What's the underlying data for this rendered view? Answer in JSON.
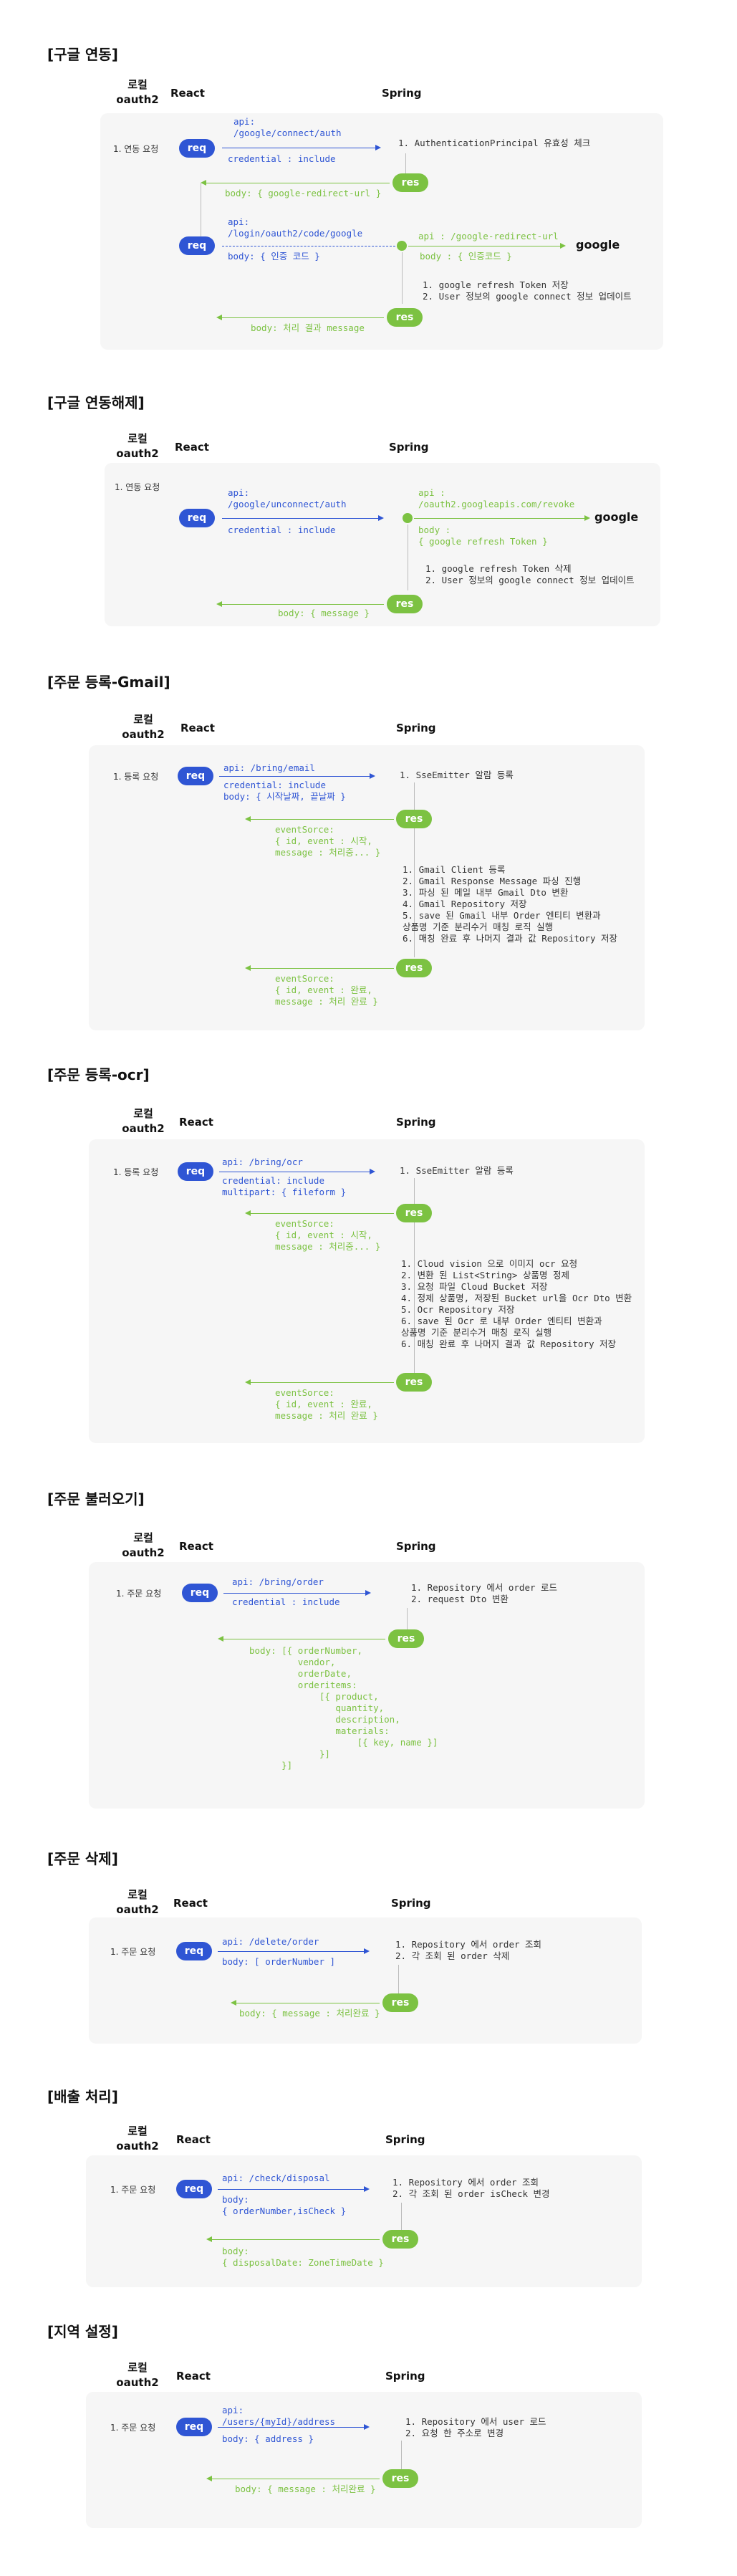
{
  "headers": {
    "local": "로컬\noauth2",
    "react": "React",
    "spring": "Spring"
  },
  "colors": {
    "req": "#2f55d4",
    "res": "#7cc242",
    "panel": "#f6f6f6"
  },
  "badges": {
    "req": "req",
    "res": "res"
  },
  "s1": {
    "title": "[구글 연동]",
    "step": "1. 연동 요청",
    "api1": "api:\n/google/connect/auth",
    "cred": "credential : include",
    "spring1": "1. AuthenticationPrincipal 유효성 체크",
    "body1": "body: { google-redirect-url }",
    "api2": "api:\n/login/oauth2/code/google",
    "body2": "body: { 인증 코드 }",
    "api3": "api : /google-redirect-url",
    "body3": "body : { 인증코드 }",
    "google": "google",
    "spring2": "1. google refresh Token 저장\n2. User 정보의 google connect 정보 업데이트",
    "body4": "body: 처리 결과 message"
  },
  "s2": {
    "title": "[구글 연동해제]",
    "step": "1. 연동 요청",
    "api1": "api:\n/google/unconnect/auth",
    "cred": "credential : include",
    "api2": "api :\n/oauth2.googleapis.com/revoke",
    "body2": "body :\n{ google refresh Token }",
    "google": "google",
    "spring": "1. google refresh Token 삭제\n2. User 정보의 google connect 정보 업데이트",
    "body3": "body: { message }"
  },
  "s3": {
    "title": "[주문 등록-Gmail]",
    "step": "1. 등록 요청",
    "api": "api: /bring/email",
    "cred": "credential: include",
    "body": "body: { 시작날짜, 끝날짜 }",
    "spring1": "1. SseEmitter 알람 등록",
    "es1": "eventSorce:\n{ id, event : 시작,\nmessage : 처리중... }",
    "spring2": "1. Gmail Client 등록\n2. Gmail Response Message 파싱 진행\n3. 파싱 된 메일 내부 Gmail Dto 변환\n4. Gmail Repository 저장\n5. save 된 Gmail 내부 Order 엔티티 변환과\n상품명 기준 분리수거 매칭 로직 실행\n6. 매칭 완료 후 나머지 결과 값 Repository 저장",
    "es2": "eventSorce:\n{ id, event : 완료,\nmessage : 처리 완료 }"
  },
  "s4": {
    "title": "[주문 등록-ocr]",
    "step": "1. 등록 요청",
    "api": "api: /bring/ocr",
    "cred": "credential: include",
    "body": "multipart: { fileform }",
    "spring1": "1. SseEmitter 알람 등록",
    "es1": "eventSorce:\n{ id, event : 시작,\nmessage : 처리중... }",
    "spring2": "1. Cloud vision 으로 이미지 ocr 요청\n2. 변환 된 List<String> 상품명 정제\n3. 요청 파일 Cloud Bucket 저장\n4. 정제 상품명, 저장된 Bucket url을 Ocr Dto 변환\n5. Ocr Repository 저장\n6. save 된 Ocr 로 내부 Order 엔티티 변환과\n상품명 기준 분리수거 매칭 로직 실행\n6. 매칭 완료 후 나머지 결과 값 Repository 저장",
    "es2": "eventSorce:\n{ id, event : 완료,\nmessage : 처리 완료 }"
  },
  "s5": {
    "title": "[주문 불러오기]",
    "step": "1. 주문 요청",
    "api": "api: /bring/order",
    "cred": "credential : include",
    "spring": "1. Repository 에서 order 로드\n2. request Dto 변환",
    "body": "body: [{ orderNumber,\n         vendor,\n         orderDate,\n         orderitems:\n             [{ product,\n                quantity,\n                description,\n                materials:\n                    [{ key, name }]\n             }]\n      }]"
  },
  "s6": {
    "title": "[주문 삭제]",
    "step": "1. 주문 요청",
    "api": "api: /delete/order",
    "body": "body: [ orderNumber ]",
    "spring": "1. Repository 에서 order 조회\n2. 각 조회 된 order 삭제",
    "body2": "body: { message : 처리완료 }"
  },
  "s7": {
    "title": "[배출 처리]",
    "step": "1. 주문 요청",
    "api": "api: /check/disposal",
    "body": "body:\n{ orderNumber,isCheck }",
    "spring": "1. Repository 에서 order 조회\n2. 각 조회 된 order isCheck 변경",
    "body2": "body:\n{ disposalDate: ZoneTimeDate }"
  },
  "s8": {
    "title": "[지역 설정]",
    "step": "1. 주문 요청",
    "api": "api:\n/users/{myId}/address",
    "body": "body: { address }",
    "spring": "1. Repository 에서 user 로드\n2. 요청 한 주소로 변경",
    "body2": "body: { message : 처리완료 }"
  }
}
